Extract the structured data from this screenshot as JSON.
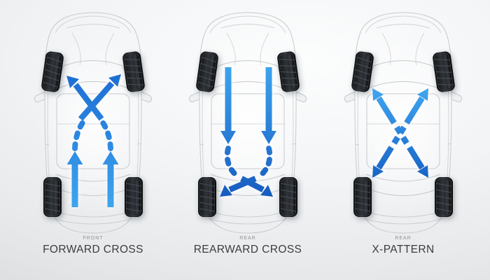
{
  "panels": [
    {
      "id": "forward-cross",
      "drive_label": "FRONT",
      "pattern_label": "FORWARD CROSS"
    },
    {
      "id": "rearward-cross",
      "drive_label": "REAR",
      "pattern_label": "REARWARD CROSS"
    },
    {
      "id": "x-pattern",
      "drive_label": "REAR",
      "pattern_label": "X-PATTERN"
    }
  ],
  "colors": {
    "arrow_light_blue": "#3ea6ee",
    "arrow_dark_blue": "#1560c6",
    "tire_dark": "#121416",
    "car_outline_gray": "#c6c9cc",
    "label_dark": "#3a3c3f",
    "sublabel_gray": "#8f9295",
    "background_light": "#f3f4f6"
  }
}
